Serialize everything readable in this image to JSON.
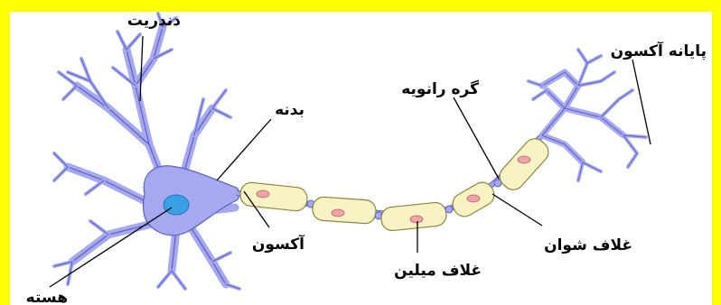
{
  "labels": {
    "dendrite": "دندریت",
    "cell_body": "بدنه",
    "nucleus": "هسته",
    "axon": "آکسون",
    "node_of_ranvier": "گره رانویه",
    "axon_terminal": "پایانه آکسون",
    "schwann_sheath": "غلاف شوان",
    "myelin_sheath": "غلاف میلین"
  },
  "colors": {
    "border": "#ffff00",
    "neuron_fill": "#a6a8f0",
    "neuron_outline": "#5a5fc4",
    "nucleus": "#3aa0e6",
    "myelin": "#f7f3c4",
    "schwann_nucleus": "#f3a2a9"
  }
}
